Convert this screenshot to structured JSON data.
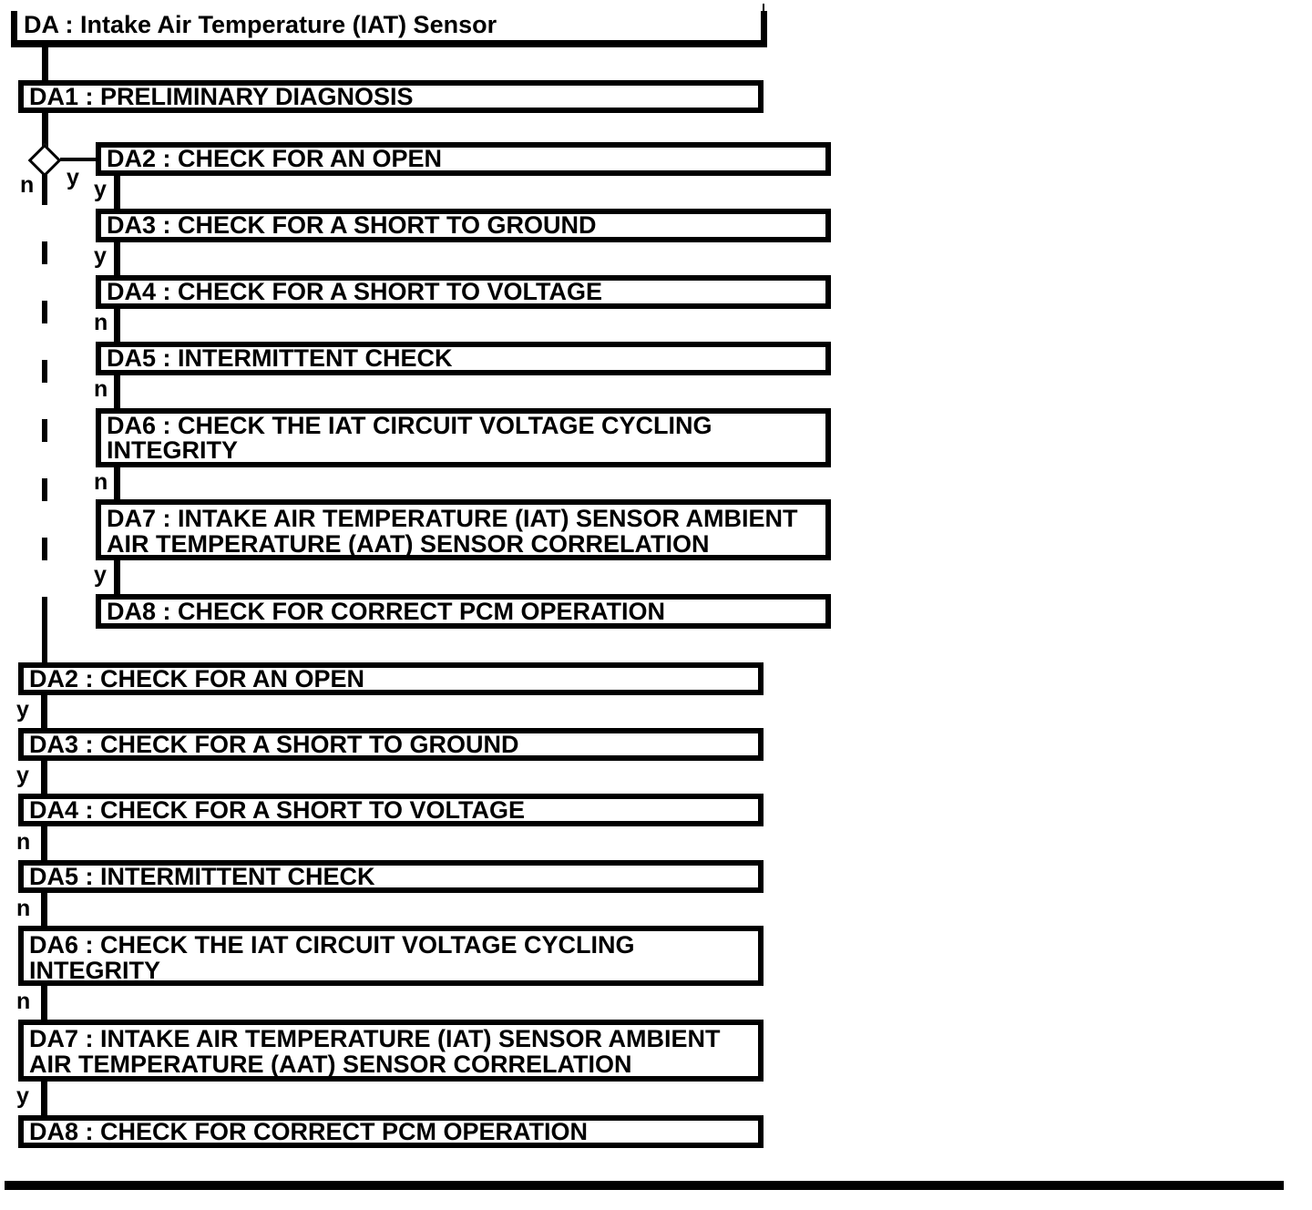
{
  "diagram": {
    "title": "DA : Intake Air Temperature (IAT) Sensor",
    "root": "DA1 : PRELIMINARY DIAGNOSIS",
    "decision": {
      "yes": "y",
      "no": "n"
    },
    "indented": {
      "steps": [
        {
          "label": "DA2 : CHECK FOR AN OPEN",
          "out": "y"
        },
        {
          "label": "DA3 : CHECK FOR A SHORT TO GROUND",
          "out": "y"
        },
        {
          "label": "DA4 : CHECK FOR A SHORT TO VOLTAGE",
          "out": "n"
        },
        {
          "label": "DA5 : INTERMITTENT CHECK",
          "out": "n"
        },
        {
          "label": "DA6 : CHECK THE IAT CIRCUIT VOLTAGE CYCLING INTEGRITY",
          "out": "n"
        },
        {
          "label": "DA7 : INTAKE AIR TEMPERATURE (IAT) SENSOR AMBIENT AIR TEMPERATURE (AAT) SENSOR CORRELATION",
          "out": "y"
        },
        {
          "label": "DA8 : CHECK FOR CORRECT PCM OPERATION",
          "out": ""
        }
      ]
    },
    "main": {
      "steps": [
        {
          "label": "DA2 : CHECK FOR AN OPEN",
          "out": "y"
        },
        {
          "label": "DA3 : CHECK FOR A SHORT TO GROUND",
          "out": "y"
        },
        {
          "label": "DA4 : CHECK FOR A SHORT TO VOLTAGE",
          "out": "n"
        },
        {
          "label": "DA5 : INTERMITTENT CHECK",
          "out": "n"
        },
        {
          "label": "DA6 : CHECK THE IAT CIRCUIT VOLTAGE CYCLING INTEGRITY",
          "out": "n"
        },
        {
          "label": "DA7 : INTAKE AIR TEMPERATURE (IAT) SENSOR AMBIENT AIR TEMPERATURE (AAT) SENSOR CORRELATION",
          "out": "y"
        },
        {
          "label": "DA8 : CHECK FOR CORRECT PCM OPERATION",
          "out": ""
        }
      ]
    },
    "colors": {
      "line": "#000000",
      "background": "#ffffff"
    }
  }
}
